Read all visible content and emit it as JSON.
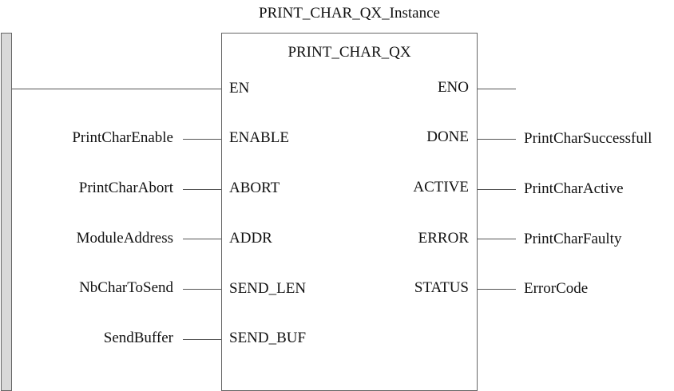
{
  "instance_name": "PRINT_CHAR_QX_Instance",
  "block_type": "PRINT_CHAR_QX",
  "inputs": [
    {
      "pin": "EN",
      "variable": ""
    },
    {
      "pin": "ENABLE",
      "variable": "PrintCharEnable"
    },
    {
      "pin": "ABORT",
      "variable": "PrintCharAbort"
    },
    {
      "pin": "ADDR",
      "variable": "ModuleAddress"
    },
    {
      "pin": "SEND_LEN",
      "variable": "NbCharToSend"
    },
    {
      "pin": "SEND_BUF",
      "variable": "SendBuffer"
    }
  ],
  "outputs": [
    {
      "pin": "ENO",
      "variable": ""
    },
    {
      "pin": "DONE",
      "variable": "PrintCharSuccessfull"
    },
    {
      "pin": "ACTIVE",
      "variable": "PrintCharActive"
    },
    {
      "pin": "ERROR",
      "variable": "PrintCharFaulty"
    },
    {
      "pin": "STATUS",
      "variable": "ErrorCode"
    }
  ]
}
